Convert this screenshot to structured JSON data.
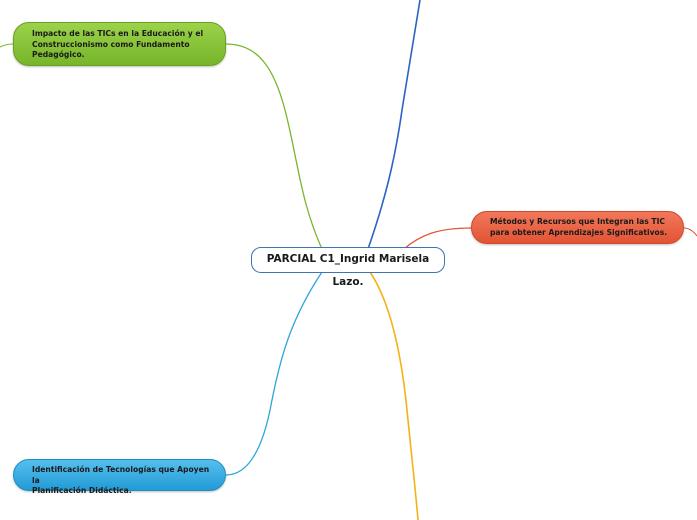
{
  "central_topic": "PARCIAL C1_Ingrid Marisela Lazo.",
  "branches": {
    "top_left": {
      "lines": [
        "Impacto de las TICs en la Educación y el",
        "Construccionismo como Fundamento",
        "Pedagógico."
      ],
      "color": "#7ab62c"
    },
    "right": {
      "lines": [
        "Métodos y Recursos que Integran las TIC",
        "para obtener Aprendizajes Significativos."
      ],
      "color": "#e2563a"
    },
    "bottom_left": {
      "lines": [
        "Identificación de Tecnologías que Apoyen la",
        "Planificación Didáctica."
      ],
      "color": "#2fa4dc"
    },
    "top_offscreen": {
      "color": "#2a64c4"
    },
    "bottom_offscreen": {
      "color": "#f5b216"
    }
  }
}
